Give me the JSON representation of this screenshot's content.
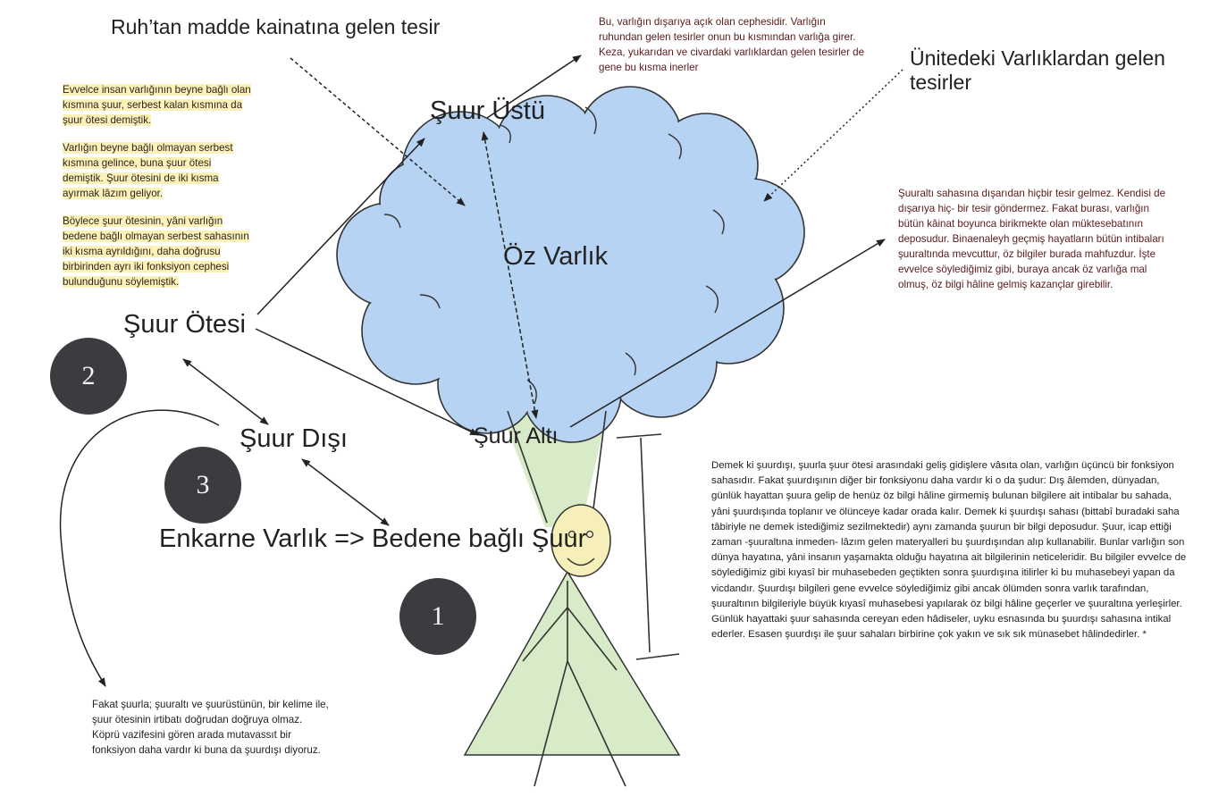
{
  "headers": {
    "ruh_to_matter": "Ruh’tan madde kainatına gelen tesir",
    "unit_influences": "Ünitedeki Varlıklardan gelen tesirler"
  },
  "labels": {
    "suur_ustu": "Şuur Üstü",
    "oz_varlik": "Öz Varlık",
    "suur_otesi": "Şuur Ötesi",
    "suur_disi": "Şuur Dışı",
    "suur_alti": "Şuur Altı",
    "enkarne": "Enkarne Varlık => Bedene bağlı Şuur"
  },
  "badges": [
    "2",
    "3",
    "1"
  ],
  "notes": {
    "top_right": "Bu, varlığın dışarıya açık olan cephesidir. Varlığın ruhundan gelen tesirler onun bu kısmından varlığa girer. Keza, yukarıdan ve civardaki varlıklardan gelen tesirler de gene bu kısma inerler",
    "left_p1": "Evvelce insan varlığının beyne bağlı olan kısmına şuur, serbest kalan kısmına da şuur ötesi demiştik.",
    "left_p2": "Varlığın beyne bağlı olmayan serbest kısmına gelince, buna şuur ötesi demiştik. Şuur ötesini de iki kısma ayırmak lâzım geliyor.",
    "left_p3": "Böylece şuur ötesinin, yâni varlığın bedene bağlı olmayan serbest sahasının iki kısma ayrıldığını, daha doğrusu birbirinden ayrı iki fonksiyon cephesi bulunduğunu söylemiştik.",
    "right_mid": "Şuuraltı sahasına dışarıdan hiçbir tesir gelmez. Kendisi de dışarıya hiç- bir tesir göndermez. Fakat burası, varlığın bütün kâinat boyunca birikmekte olan müktesebatının deposudur. Binaenaleyh geçmiş hayatların bütün intibaları şuuraltında mevcuttur, öz bilgiler burada mahfuzdur. İşte evvelce söylediğimiz gibi, buraya ancak öz varlığa mal olmuş, öz bilgi hâline gelmiş kazançlar girebilir.",
    "right_bottom": "Demek ki şuurdışı, şuurla şuur ötesi arasındaki geliş gidişlere vâsıta olan, varlığın üçüncü bir fonksiyon sahasıdır. Fakat şuurdışının diğer bir fonksiyonu daha vardır ki o da şudur: Dış âlemden, dünyadan, günlük hayattan şuura gelip de henüz öz bilgi hâline girmemiş bulunan bilgilere ait intibalar bu sahada, yâni şuurdışında toplanır ve ölünceye kadar orada kalır. Demek ki şuurdışı sahası (bittabî buradaki saha tâbiriyle ne demek istediğimiz sezilmektedir) aynı zamanda şuurun bir bilgi deposudur. Şuur, icap ettiği zaman -şuuraltına inmeden- lâzım gelen materyalleri bu şuurdışından alıp kullanabilir. Bunlar varlığın son dünya hayatına, yâni insanın yaşamakta olduğu hayatına ait bilgilerinin neticeleridir. Bu bilgiler evvelce de söylediğimiz gibi kıyasî bir muhasebeden geçtikten sonra şuurdışına itilirler ki bu muhasebeyi yapan da vicdandır. Şuurdışı bilgileri gene evvelce söylediğimiz gibi ancak ölümden sonra varlık tarafından, şuuraltının bilgileriyle büyük kıyasî muhasebesi yapılarak öz bilgi hâline geçerler ve şuuraltına yerleşirler. Günlük hayattaki şuur sahasında cereyan eden hâdiseler, uyku esnasında bu şuurdışı sahasına intikal ederler. Esasen şuurdışı ile şuur sahaları birbirine çok yakın ve sık sık münasebet hâlindedirler. *",
    "bottom_left": "Fakat şuurla; şuuraltı ve şuurüstünün, bir kelime ile, şuur ötesinin irtibatı doğrudan doğruya olmaz. Köprü vazifesini gören arada mutavassıt bir fonksiyon daha vardır ki buna da şuurdışı diyoruz."
  },
  "colors": {
    "cloud_fill": "#b6d3f3",
    "body_fill": "#d8ebc8",
    "face_fill": "#f7efba",
    "highlight": "#fbf2b7",
    "badge": "#3a3c40"
  }
}
